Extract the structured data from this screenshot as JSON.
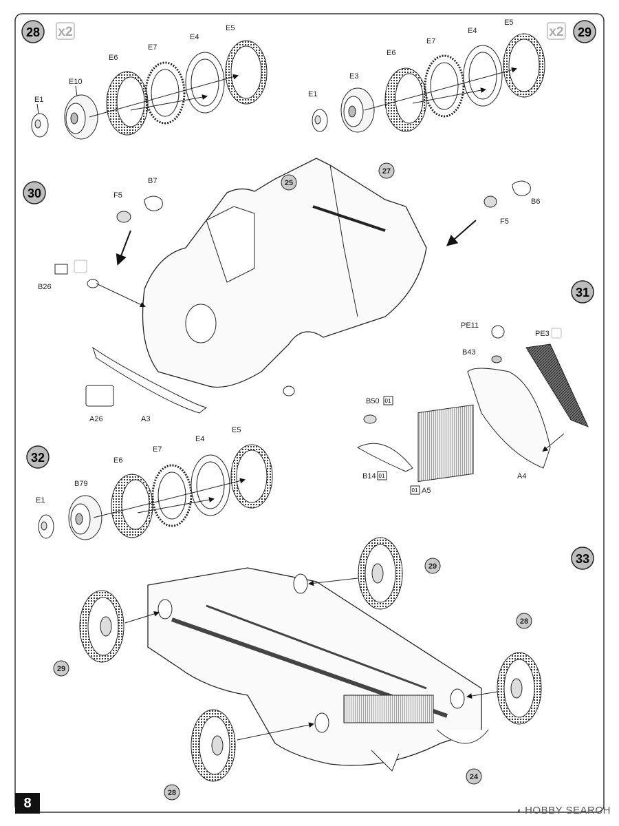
{
  "steps": {
    "s28": "28",
    "s29": "29",
    "s30": "30",
    "s31": "31",
    "s32": "32",
    "s33": "33"
  },
  "multiplier": "x2",
  "parts": {
    "e1": "E1",
    "e10": "E10",
    "e6": "E6",
    "e7": "E7",
    "e4": "E4",
    "e5": "E5",
    "e3": "E3",
    "b79": "B79",
    "b7": "B7",
    "f5": "F5",
    "b6": "B6",
    "b26": "B26",
    "a26": "A26",
    "a3": "A3",
    "pe11": "PE11",
    "pe3": "PE3",
    "b43": "B43",
    "b50": "B50",
    "b14": "B14",
    "a5": "A5",
    "a4": "A4"
  },
  "badges": {
    "b50": "01",
    "b14": "01",
    "a5": "01"
  },
  "refs": {
    "r25": "25",
    "r27": "27",
    "r29a": "29",
    "r29b": "29",
    "r28a": "28",
    "r28b": "28",
    "r24": "24"
  },
  "page_number": "8",
  "watermark": "HOBBY SEARCH",
  "icons": [
    "tire-icon",
    "arrow-icon",
    "car-body-illustration",
    "chassis-illustration",
    "radiator-illustration"
  ]
}
